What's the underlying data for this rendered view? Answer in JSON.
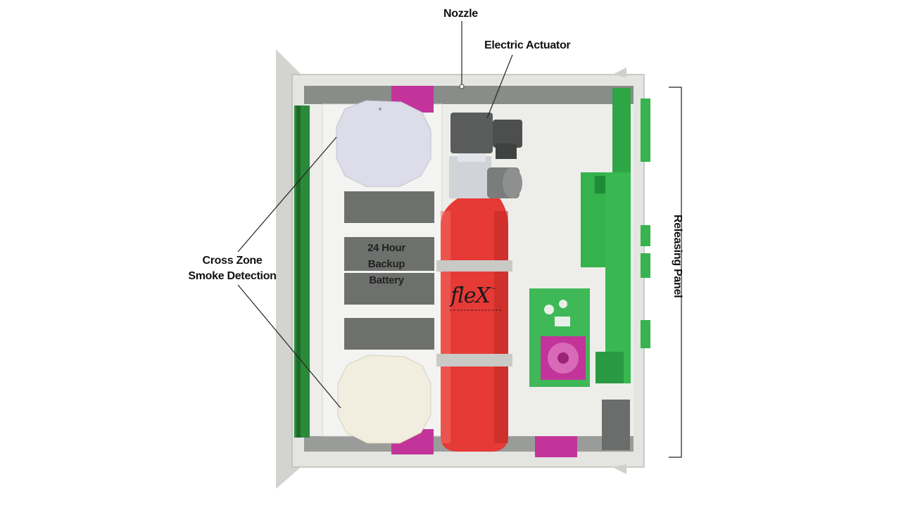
{
  "labels": {
    "nozzle": "Nozzle",
    "electric_actuator": "Electric Actuator",
    "cross_zone_line1": "Cross Zone",
    "cross_zone_line2": "Smoke Detection",
    "battery_line1": "24 Hour",
    "battery_line2": "Backup",
    "battery_line3": "Battery",
    "releasing_panel": "Releasing Panel",
    "brand": "fleX",
    "brand_mark": "™"
  },
  "colors": {
    "cabinet": "#e9e9e6",
    "cabinet_edge": "#c8c8c4",
    "cylinder": "#e63a36",
    "cylinder_dark": "#c42a27",
    "pcb_green": "#34b24c",
    "pcb_dark": "#1f8a37",
    "magenta": "#c3349a",
    "battery": "#6d706d",
    "actuator": "#5a5d5c",
    "detector_top": "#d9dbe6",
    "detector_bottom": "#f1ede1"
  }
}
